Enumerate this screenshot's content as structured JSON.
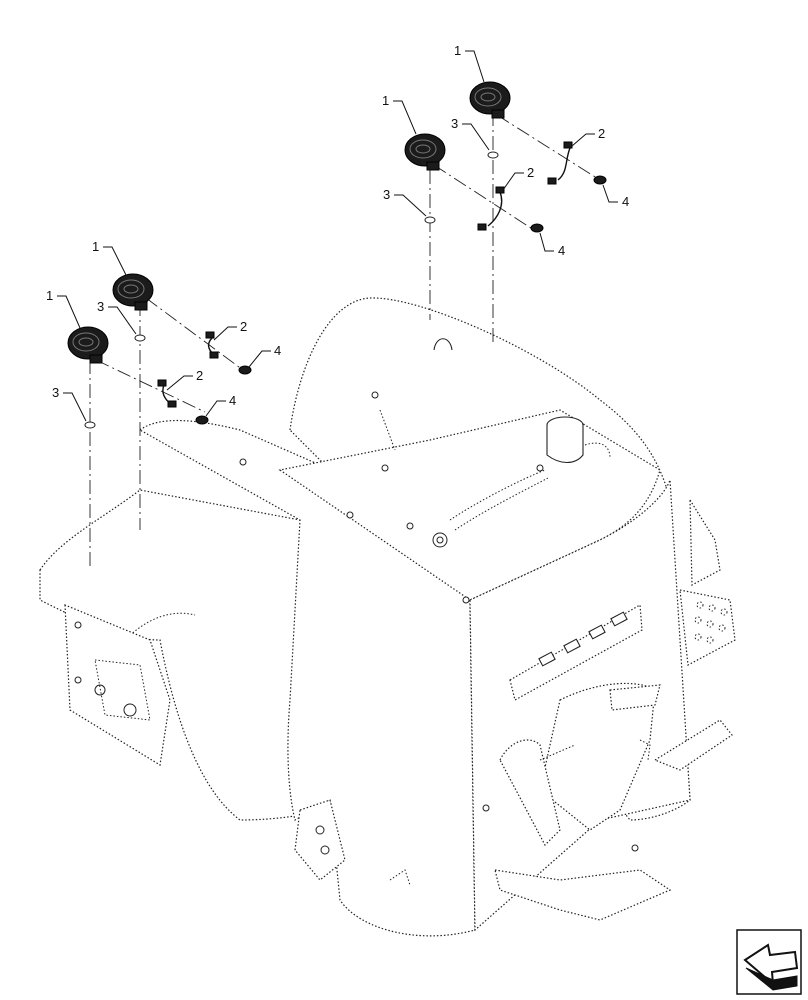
{
  "callouts": {
    "c1": "1",
    "c2": "1",
    "c3": "1",
    "c4": "1",
    "c5": "2",
    "c6": "2",
    "c7": "2",
    "c8": "2",
    "c9": "3",
    "c10": "3",
    "c11": "3",
    "c12": "3",
    "c13": "4",
    "c14": "4",
    "c15": "4",
    "c16": "4"
  },
  "icons": {
    "nav": "next-page-arrow-icon",
    "lamp": "work-lamp-icon",
    "harness": "wire-harness-icon",
    "washer": "washer-icon",
    "grommet": "grommet-icon"
  }
}
